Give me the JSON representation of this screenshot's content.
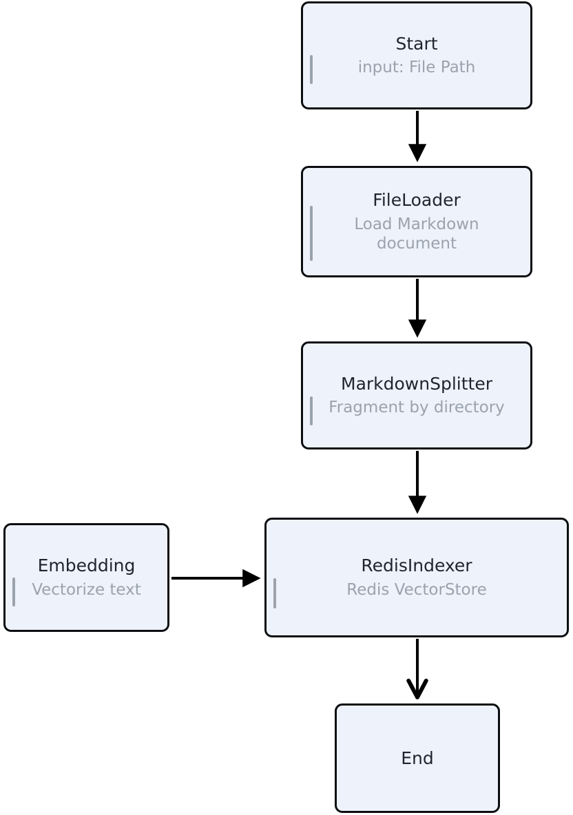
{
  "diagram": {
    "type": "flowchart",
    "orientation": "top-to-bottom",
    "background_color": "#ffffff",
    "node_fill_color": "#eef2fa",
    "node_border_color": "#0b0d10",
    "title_text_color": "#1f2430",
    "subtitle_text_color": "#9aa3ae",
    "edge_color": "#000000"
  },
  "nodes": [
    {
      "id": "start",
      "title": "Start",
      "subtitle": "input: File Path"
    },
    {
      "id": "fileloader",
      "title": "FileLoader",
      "subtitle": "Load Markdown document"
    },
    {
      "id": "splitter",
      "title": "MarkdownSplitter",
      "subtitle": "Fragment by directory"
    },
    {
      "id": "redis",
      "title": "RedisIndexer",
      "subtitle": "Redis VectorStore"
    },
    {
      "id": "embedding",
      "title": "Embedding",
      "subtitle": "Vectorize text"
    },
    {
      "id": "end",
      "title": "End",
      "subtitle": ""
    }
  ],
  "edges": [
    {
      "id": "e1",
      "from": "start",
      "to": "fileloader",
      "direction": "down",
      "arrowhead": "filled-triangle"
    },
    {
      "id": "e2",
      "from": "fileloader",
      "to": "splitter",
      "direction": "down",
      "arrowhead": "filled-triangle"
    },
    {
      "id": "e3",
      "from": "splitter",
      "to": "redis",
      "direction": "down",
      "arrowhead": "filled-triangle"
    },
    {
      "id": "e4",
      "from": "embedding",
      "to": "redis",
      "direction": "right",
      "arrowhead": "filled-triangle"
    },
    {
      "id": "e5",
      "from": "redis",
      "to": "end",
      "direction": "down",
      "arrowhead": "open-chevron"
    }
  ]
}
